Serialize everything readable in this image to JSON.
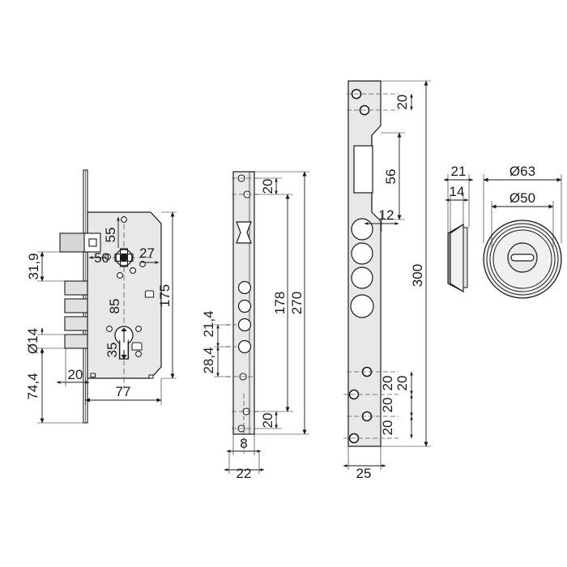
{
  "drawing": {
    "title": "Mortise multipoint lock technical drawing",
    "units": "mm",
    "line_color": "#1a1a1a",
    "fill_light": "#e8e8e8",
    "fill_mid": "#d6d6d6",
    "fill_white": "#ffffff",
    "background": "#ffffff"
  },
  "views": {
    "lock_body": {
      "name": "Lock body side view",
      "dimensions": {
        "height_body": "175",
        "depth_body": "77",
        "backset": "50",
        "spindle_to_edge": "27",
        "top_to_spindle": "55",
        "spindle_to_cylinder": "85",
        "cylinder_dia": "35",
        "latch_offset": "31,9",
        "bolt_dia": "Ø14",
        "bolt_projection": "20",
        "bottom_stack": "74,4"
      }
    },
    "faceplate": {
      "name": "Faceplate front view",
      "dimensions": {
        "total_length": "270",
        "bolt_span": "178",
        "top_pitch": "20",
        "bottom_pitch": "20",
        "plate_thickness": "8",
        "plate_width": "22",
        "bolt_pitch_a": "21,4",
        "bolt_pitch_b": "28,4"
      }
    },
    "strike_plate": {
      "name": "Strike plate front view",
      "dimensions": {
        "total_length": "300",
        "top_pitch": "20",
        "latch_cutout": "56",
        "step_offset": "12",
        "plate_width": "25",
        "bottom_pitch_1": "20",
        "bottom_pitch_2": "20",
        "bottom_pitch_3": "20"
      }
    },
    "rosette": {
      "name": "Cylinder rosette / escutcheon",
      "dimensions": {
        "outer_dia": "Ø63",
        "inner_dia": "Ø50",
        "depth_total": "21",
        "depth_body": "14"
      }
    }
  },
  "labels": {
    "v1_175": "175",
    "v1_77": "77",
    "v1_50": "50",
    "v1_27": "27",
    "v1_55": "55",
    "v1_85": "85",
    "v1_35": "35",
    "v1_319": "31,9",
    "v1_d14": "Ø14",
    "v1_20": "20",
    "v1_744": "74,4",
    "v2_270": "270",
    "v2_178": "178",
    "v2_20_top": "20",
    "v2_20_bot": "20",
    "v2_8": "8",
    "v2_22": "22",
    "v2_214": "21,4",
    "v2_284": "28,4",
    "v3_300": "300",
    "v3_20_top": "20",
    "v3_56": "56",
    "v3_12": "12",
    "v3_25": "25",
    "v3_20_b1": "20",
    "v3_20_b2": "20",
    "v3_20_b3": "20",
    "v3_20_b4": "20",
    "v4_21": "21",
    "v4_14": "14",
    "v4_d63": "Ø63",
    "v4_d50": "Ø50"
  }
}
